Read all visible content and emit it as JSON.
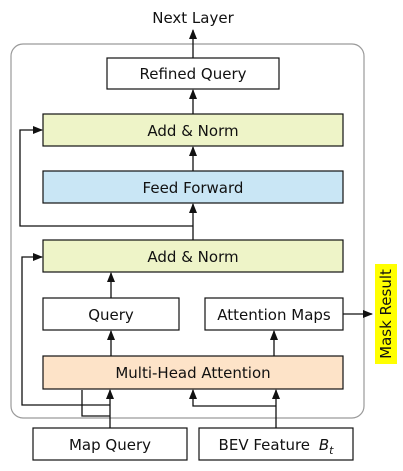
{
  "labels": {
    "next_layer": "Next Layer",
    "refined_query": "Refined Query",
    "add_norm_top": "Add & Norm",
    "feed_forward": "Feed Forward",
    "add_norm_bottom": "Add & Norm",
    "query": "Query",
    "attention_maps": "Attention Maps",
    "multi_head_attention": "Multi-Head Attention",
    "map_query": "Map Query",
    "bev_feature": "BEV Feature",
    "bev_symbol": "B",
    "bev_subscript": "t",
    "mask_result": "Mask Result"
  },
  "colors": {
    "add_norm_fill": "#eef4c8",
    "feed_forward_fill": "#c9e6f5",
    "attention_fill": "#fde3c8",
    "mask_result_highlight": "#ffff00",
    "container_border": "#9a9a9a"
  }
}
